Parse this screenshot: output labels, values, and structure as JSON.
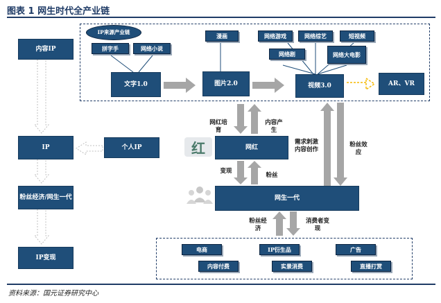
{
  "header": {
    "title": "图表 1 网生时代全产业链"
  },
  "footer": {
    "source": "资料来源：国元证券研究中心"
  },
  "left_column": {
    "content_ip": "内容IP",
    "ip": "IP",
    "fan_economy": "粉丝经济/网生一代",
    "ip_monetization": "IP变现",
    "personal_ip": "个人IP"
  },
  "top_chain": {
    "ip_source_chain": "IP来源产业链",
    "pieced_writer": "拼字手",
    "web_novel": "网络小说",
    "text": "文字1.0",
    "comics": "漫画",
    "image": "图片2.0",
    "web_game": "网络游戏",
    "web_variety": "网络综艺",
    "short_video": "短视频",
    "web_drama": "网络剧",
    "web_movie": "网络大电影",
    "video": "视频3.0",
    "ar_vr": "AR、VR"
  },
  "middle": {
    "wanghong": "网红",
    "wangsheng_generation": "网生一代",
    "wanghong_icon_text": "红",
    "label_cultivate": "网红培育",
    "label_content_produce": "内容产生",
    "label_monetize": "变现",
    "label_fans": "粉丝",
    "label_demand": "需求刺激内容创作",
    "label_fan_effect": "粉丝效应",
    "label_fan_economy": "粉丝经济",
    "label_consumer": "消费者变现"
  },
  "bottom": {
    "ecommerce": "电商",
    "ip_derivatives": "IP衍生品",
    "advertising": "广告",
    "content_payment": "内容付费",
    "offline_consumption": "实景消费",
    "live_tipping": "直播打赏"
  },
  "colors": {
    "box": "#1f4e79",
    "arrow": "#a6a6a6",
    "accent": "#f5b800"
  }
}
